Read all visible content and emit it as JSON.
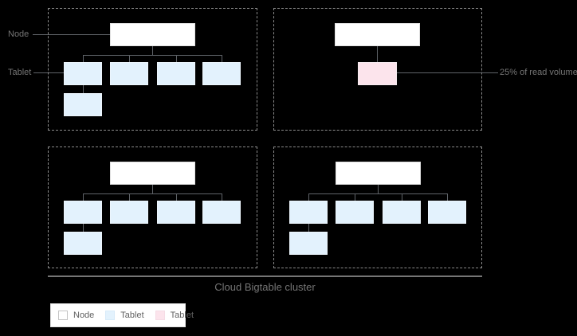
{
  "callouts": {
    "node": "Node",
    "tablet": "Tablet",
    "read_volume": "25% of read volume"
  },
  "caption": "Cloud Bigtable cluster",
  "legend": {
    "items": [
      {
        "label": "Node",
        "swatch_color": "#ffffff"
      },
      {
        "label": "Tablet",
        "swatch_color": "#e3f2fd"
      },
      {
        "label": "Tablet",
        "swatch_color": "#fce4ec"
      }
    ]
  },
  "colors": {
    "background": "#000000",
    "node_fill": "#ffffff",
    "tablet_fill": "#e3f2fd",
    "hot_tablet_fill": "#fce4ec",
    "connector_line": "#5f6368",
    "dashed_border": "#8a8a8a",
    "text": "#757575"
  },
  "structure": {
    "quadrants": [
      {
        "position": "top-left",
        "node_count": 1,
        "tablet_count": 5,
        "hot_tablet_count": 0
      },
      {
        "position": "top-right",
        "node_count": 1,
        "tablet_count": 0,
        "hot_tablet_count": 1,
        "annotation": "25% of read volume"
      },
      {
        "position": "bottom-left",
        "node_count": 1,
        "tablet_count": 5,
        "hot_tablet_count": 0
      },
      {
        "position": "bottom-right",
        "node_count": 1,
        "tablet_count": 5,
        "hot_tablet_count": 0
      }
    ]
  }
}
